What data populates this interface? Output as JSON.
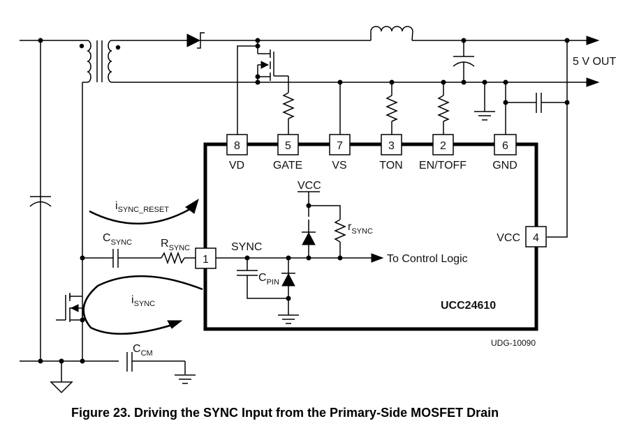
{
  "figure": {
    "caption": "Figure 23.  Driving the SYNC Input from the Primary-Side MOSFET Drain",
    "drawing_id": "UDG-10090",
    "ic_name": "UCC24610",
    "output_label": "5 V OUT"
  },
  "pins": [
    {
      "number": "8",
      "name": "VD"
    },
    {
      "number": "5",
      "name": "GATE"
    },
    {
      "number": "7",
      "name": "VS"
    },
    {
      "number": "3",
      "name": "TON"
    },
    {
      "number": "2",
      "name": "EN/TOFF"
    },
    {
      "number": "6",
      "name": "GND"
    },
    {
      "number": "4",
      "name": "VCC"
    },
    {
      "number": "1",
      "name": "SYNC"
    }
  ],
  "labels": {
    "csync_main": "C",
    "csync_sub": "SYNC",
    "rsync_main": "R",
    "rsync_sub": "SYNC",
    "isync_reset_main": "i",
    "isync_reset_sub": "SYNC_RESET",
    "isync_main": "i",
    "isync_sub": "SYNC",
    "ccm_main": "C",
    "ccm_sub": "CM",
    "cpin_main": "C",
    "cpin_sub": "PIN",
    "rsync_int_main": "r",
    "rsync_int_sub": "SYNC",
    "vcc_internal": "VCC",
    "sync_node": "SYNC",
    "to_control_logic": "To Control Logic"
  }
}
